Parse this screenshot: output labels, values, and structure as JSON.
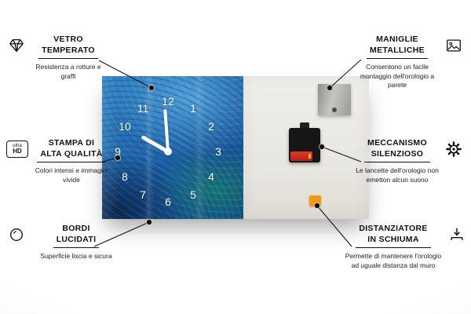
{
  "callouts": {
    "vetro": {
      "title1": "VETRO",
      "title2": "TEMPERATO",
      "desc": "Resistenza a rotture e graffi"
    },
    "stampa": {
      "badge_top": "ultra",
      "badge_bottom": "HD",
      "title1": "STAMPA DI",
      "title2": "ALTA QUALITÀ",
      "desc": "Colori intensi e immagini vivide"
    },
    "bordi": {
      "title1": "BORDI",
      "title2": "LUCIDATI",
      "desc": "Superficie liscia e sicura"
    },
    "maniglie": {
      "title1": "MANIGLIE",
      "title2": "METALLICHE",
      "desc": "Consentono un facile montaggio dell'orologio a parete"
    },
    "meccanismo": {
      "title1": "MECCANISMO",
      "title2": "SILENZIOSO",
      "desc": "Le lancette dell'orologio non emetton alcun suono"
    },
    "distanziatore": {
      "title1": "DISTANZIATORE",
      "title2": "IN SCHIUMA",
      "desc": "Permette di mantenere l'orologio ad uguale distanza dal muro"
    }
  },
  "clock": {
    "numbers": [
      "12",
      "1",
      "2",
      "3",
      "4",
      "5",
      "6",
      "7",
      "8",
      "9",
      "10",
      "11"
    ]
  },
  "colors": {
    "face_blue": "#1e6aae",
    "back_gray": "#e9e7e1",
    "foam_orange": "#f2990f",
    "battery_red": "#cf2e21"
  }
}
